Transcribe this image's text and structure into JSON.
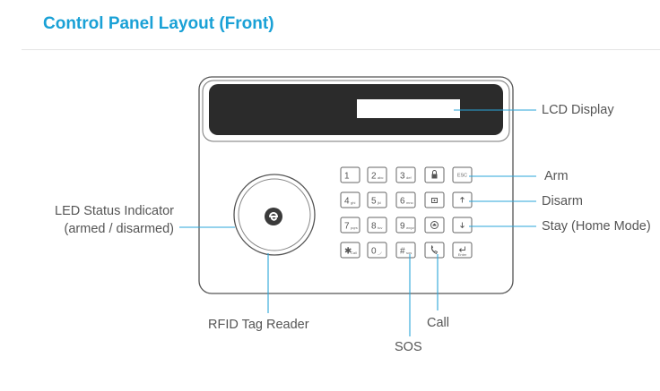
{
  "title": "Control Panel Layout (Front)",
  "colors": {
    "title": "#1aa1d6",
    "callout_line": "#2aa6d9",
    "label_text": "#555555",
    "outline": "#555555",
    "lcd_panel": "#2b2b2b",
    "lcd_screen": "#ffffff"
  },
  "callouts": {
    "lcd_display": "LCD Display",
    "arm": "Arm",
    "disarm": "Disarm",
    "stay": "Stay (Home Mode)",
    "led_status_line1": "LED Status Indicator",
    "led_status_line2": "(armed / disarmed)",
    "rfid": "RFID Tag Reader",
    "call": "Call",
    "sos": "SOS"
  },
  "keypad": {
    "rows": [
      [
        {
          "main": "1",
          "sub": ""
        },
        {
          "main": "2",
          "sub": "abc"
        },
        {
          "main": "3",
          "sub": "def"
        },
        {
          "main": "",
          "sub": "",
          "icon": "lock-closed-icon"
        },
        {
          "main": "",
          "sub": "ESC"
        }
      ],
      [
        {
          "main": "4",
          "sub": "ghi"
        },
        {
          "main": "5",
          "sub": "jkl"
        },
        {
          "main": "6",
          "sub": "mno"
        },
        {
          "main": "",
          "sub": "",
          "icon": "lock-open-icon"
        },
        {
          "main": "",
          "sub": "",
          "icon": "arrow-up-icon"
        }
      ],
      [
        {
          "main": "7",
          "sub": "pqrs"
        },
        {
          "main": "8",
          "sub": "tuv"
        },
        {
          "main": "9",
          "sub": "wxyz"
        },
        {
          "main": "",
          "sub": "",
          "icon": "home-icon"
        },
        {
          "main": "",
          "sub": "",
          "icon": "arrow-down-icon"
        }
      ],
      [
        {
          "main": "✱",
          "sub": "Call"
        },
        {
          "main": "0",
          "sub": "_,/"
        },
        {
          "main": "#",
          "sub": "sos"
        },
        {
          "main": "",
          "sub": "",
          "icon": "phone-icon"
        },
        {
          "main": "",
          "sub": "Enter",
          "icon": "enter-icon"
        }
      ]
    ]
  }
}
